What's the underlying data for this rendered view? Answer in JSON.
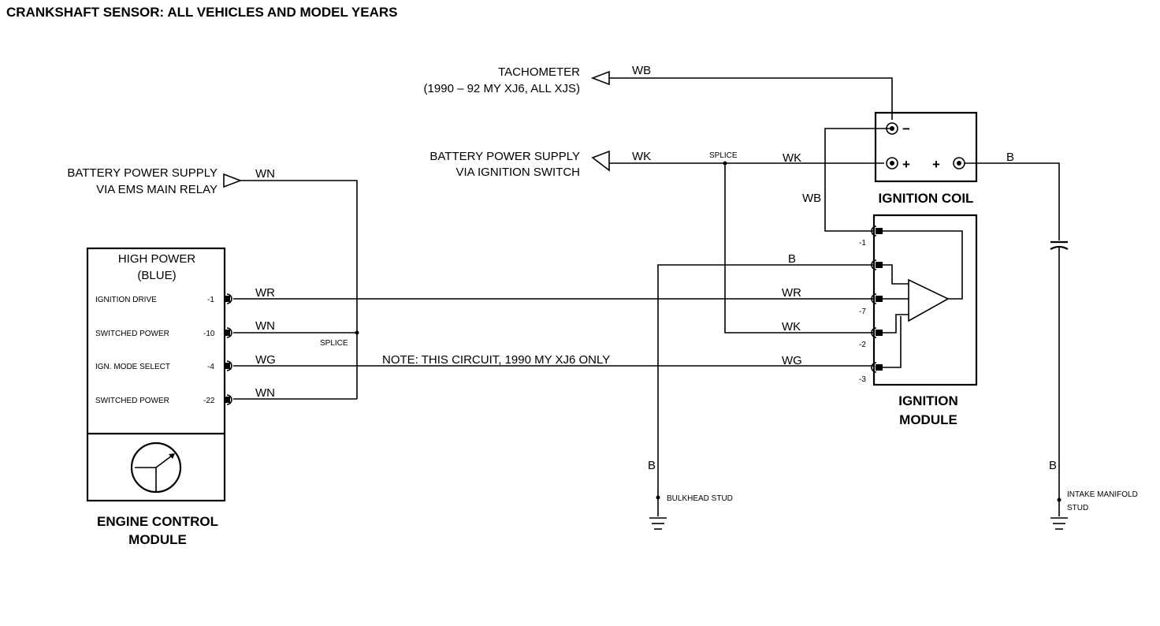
{
  "title": "CRANKSHAFT SENSOR: ALL VEHICLES AND MODEL YEARS",
  "tachometer": {
    "line1": "TACHOMETER",
    "line2": "(1990 – 92 MY XJ6, ALL XJS)"
  },
  "battery_ignition": {
    "line1": "BATTERY POWER SUPPLY",
    "line2": "VIA IGNITION SWITCH"
  },
  "battery_ems": {
    "line1": "BATTERY POWER SUPPLY",
    "line2": "VIA EMS MAIN RELAY"
  },
  "ecm": {
    "header1": "HIGH POWER",
    "header2": "(BLUE)",
    "pins": [
      {
        "label": "IGNITION DRIVE",
        "num": "-1",
        "wire": "WR"
      },
      {
        "label": "SWITCHED POWER",
        "num": "-10",
        "wire": "WN"
      },
      {
        "label": "IGN. MODE SELECT",
        "num": "-4",
        "wire": "WG"
      },
      {
        "label": "SWITCHED POWER",
        "num": "-22",
        "wire": "WN"
      }
    ],
    "name1": "ENGINE CONTROL",
    "name2": "MODULE"
  },
  "wires": {
    "tach": "WB",
    "ignition_supply": "WK",
    "ignition_supply_after_splice": "WK",
    "coil_to_module": "WB",
    "ems_supply": "WN",
    "coil_out": "B",
    "module_b": "B",
    "module_wr": "WR",
    "module_wk": "WK",
    "module_wg": "WG",
    "ground_left": "B",
    "ground_right": "B"
  },
  "splice_top": "SPLICE",
  "splice_left": "SPLICE",
  "note": "NOTE: THIS CIRCUIT, 1990 MY XJ6 ONLY",
  "coil": {
    "name": "IGNITION COIL",
    "minus": "−",
    "plus": "+"
  },
  "module": {
    "name1": "IGNITION",
    "name2": "MODULE",
    "pins": [
      "-1",
      "-7",
      "-2",
      "-3"
    ]
  },
  "bulkhead": "BULKHEAD STUD",
  "intake": {
    "line1": "INTAKE MANIFOLD",
    "line2": "STUD"
  }
}
